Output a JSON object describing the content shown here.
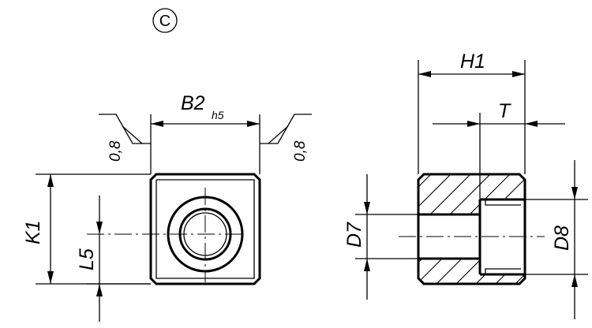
{
  "variant_marker": "C",
  "front_view": {
    "width_dim": {
      "main": "B2",
      "tolerance": "h5"
    },
    "height_dim": "K1",
    "offset_dim": "L5",
    "roughness_left": "0,8",
    "roughness_right": "0,8"
  },
  "side_view": {
    "length_dim": "H1",
    "depth_dim": "T",
    "bore_dim": "D7",
    "counterbore_dim": "D8"
  }
}
